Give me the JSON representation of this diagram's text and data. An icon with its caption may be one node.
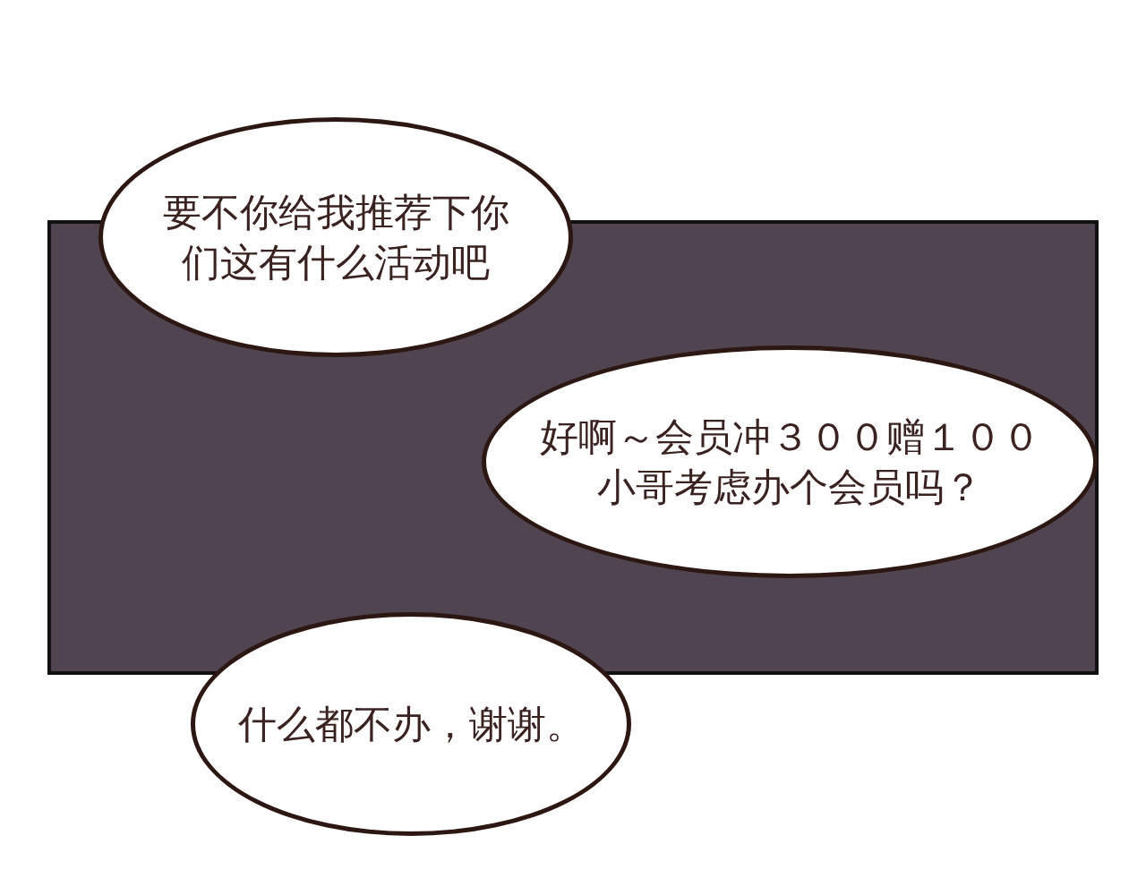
{
  "diagram": {
    "nodes": [
      {
        "text": [
          "要不你给我推荐下你们这有什么活动吧"
        ]
      },
      {
        "text": [
          "好啊～会员冲３００赠１００小哥考虑办个会员吗？"
        ]
      },
      {
        "text": [
          "什么都不办，谢谢。"
        ]
      }
    ],
    "edges": []
  }
}
